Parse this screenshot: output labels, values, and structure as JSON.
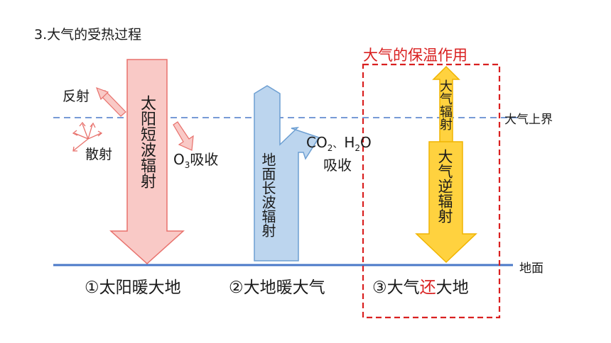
{
  "heading": "3.大气的受热过程",
  "boundary_label": "大气上界",
  "ground_label": "地面",
  "box_title": "大气的保温作用",
  "solar": {
    "arrow_text": "太阳短波辐射",
    "reflect": "反射",
    "scatter": "散射",
    "o3_prefix": "O",
    "o3_sub": "3",
    "o3_suffix": "吸收"
  },
  "ground_rad": {
    "arrow_text": "地面长波辐射",
    "co2_prefix": "CO",
    "co2_sub": "2",
    "sep": "、",
    "h2o_h": "H",
    "h2o_sub": "2",
    "h2o_o": "O",
    "absorb": "吸收"
  },
  "atm": {
    "up_text": "大气辐射",
    "down_text": "大气逆辐射"
  },
  "captions": {
    "c1": "①太阳暖大地",
    "c2": "②大地暖大气",
    "c3_a": "③大气",
    "c3_b": "还",
    "c3_c": "大地"
  },
  "colors": {
    "solar_fill": "#f9c9c6",
    "solar_stroke": "#e8716c",
    "ground_fill": "#bcd5ee",
    "ground_stroke": "#6d9fd2",
    "atm_fill": "#ffd23f",
    "atm_stroke": "#f0b400",
    "accent_red": "#d92020",
    "line_blue": "#4a78c8"
  }
}
